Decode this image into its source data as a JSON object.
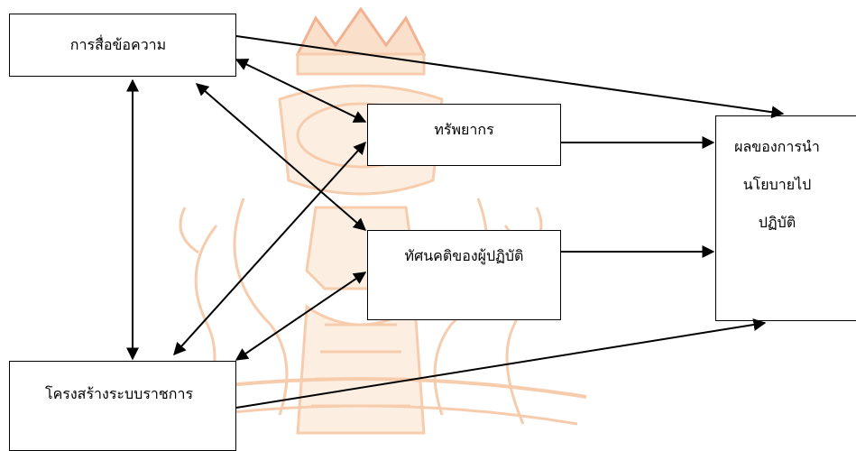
{
  "diagram": {
    "nodes": {
      "communication": {
        "label": "การสื่อข้อความ"
      },
      "resources": {
        "label": "ทรัพยากร"
      },
      "attitude": {
        "label": "ทัศนคติของผู้ปฏิบัติ"
      },
      "structure": {
        "label": "โครงสร้างระบบราชการ"
      },
      "result": {
        "lines": [
          "ผลของการนำ",
          "นโยบายไป",
          "ปฏิบัติ"
        ]
      }
    },
    "edges": [
      {
        "from": "communication",
        "to": "result",
        "direction": "one-way"
      },
      {
        "from": "communication",
        "to": "resources",
        "direction": "two-way"
      },
      {
        "from": "communication",
        "to": "attitude",
        "direction": "two-way"
      },
      {
        "from": "communication",
        "to": "structure",
        "direction": "two-way"
      },
      {
        "from": "resources",
        "to": "result",
        "direction": "one-way"
      },
      {
        "from": "resources",
        "to": "structure",
        "direction": "two-way"
      },
      {
        "from": "attitude",
        "to": "result",
        "direction": "one-way"
      },
      {
        "from": "attitude",
        "to": "structure",
        "direction": "two-way"
      },
      {
        "from": "structure",
        "to": "result",
        "direction": "one-way"
      }
    ],
    "colors": {
      "line": "#000000",
      "watermark": "#e9743a"
    }
  }
}
